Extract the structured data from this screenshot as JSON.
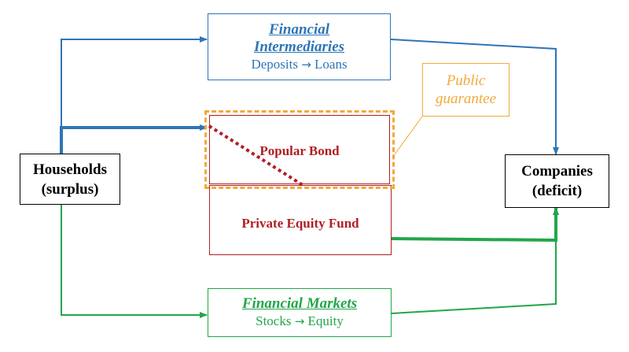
{
  "nodes": {
    "households": {
      "line1": "Households",
      "line2": "(surplus)"
    },
    "companies": {
      "line1": "Companies",
      "line2": "(deficit)"
    },
    "intermediaries": {
      "title_line1": "Financial",
      "title_line2": "Intermediaries",
      "from": "Deposits",
      "to": "Loans"
    },
    "markets": {
      "title": "Financial Markets",
      "from": "Stocks",
      "to": "Equity"
    },
    "popular_bond": {
      "label": "Popular Bond"
    },
    "private_equity": {
      "label": "Private Equity Fund"
    },
    "public_guarantee": {
      "line1": "Public",
      "line2": "guarantee"
    }
  },
  "icons": {
    "flow_arrow": "right-arrow-icon"
  },
  "colors": {
    "blue": "#2e75b6",
    "green": "#22a64a",
    "red": "#b01f24",
    "orange": "#f2a93b",
    "black": "#000000"
  }
}
